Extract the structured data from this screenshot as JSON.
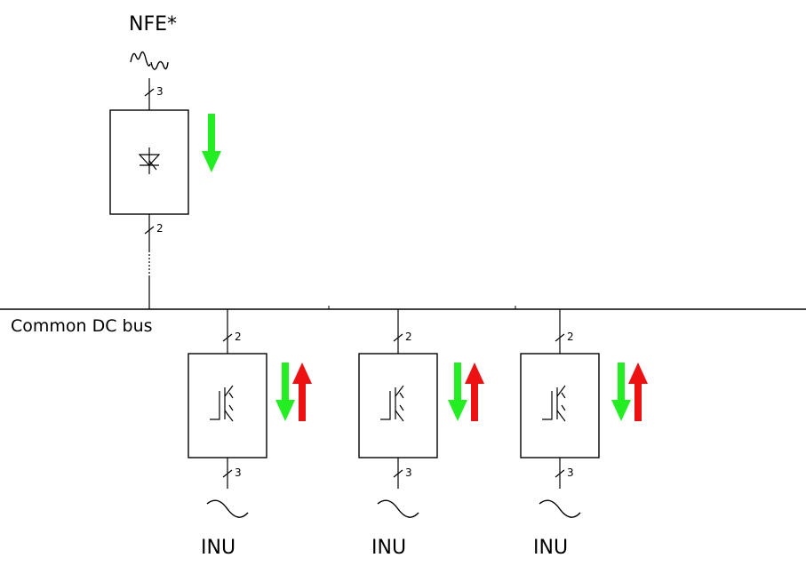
{
  "nfe": {
    "title": "NFE*",
    "ac_phase_count": "3",
    "dc_line_count": "2"
  },
  "bus": {
    "label": "Common DC bus"
  },
  "inverters": [
    {
      "label": "INU",
      "dc_line_count": "2",
      "ac_phase_count": "3"
    },
    {
      "label": "INU",
      "dc_line_count": "2",
      "ac_phase_count": "3"
    },
    {
      "label": "INU",
      "dc_line_count": "2",
      "ac_phase_count": "3"
    }
  ],
  "colors": {
    "forward_arrow": "#22ee22",
    "regenerative_arrow": "#ee1111",
    "line": "#000000"
  },
  "icons": [
    "ac-source-icon",
    "thyristor-icon",
    "igbt-icon",
    "sine-wave-icon",
    "slash-count-icon"
  ]
}
